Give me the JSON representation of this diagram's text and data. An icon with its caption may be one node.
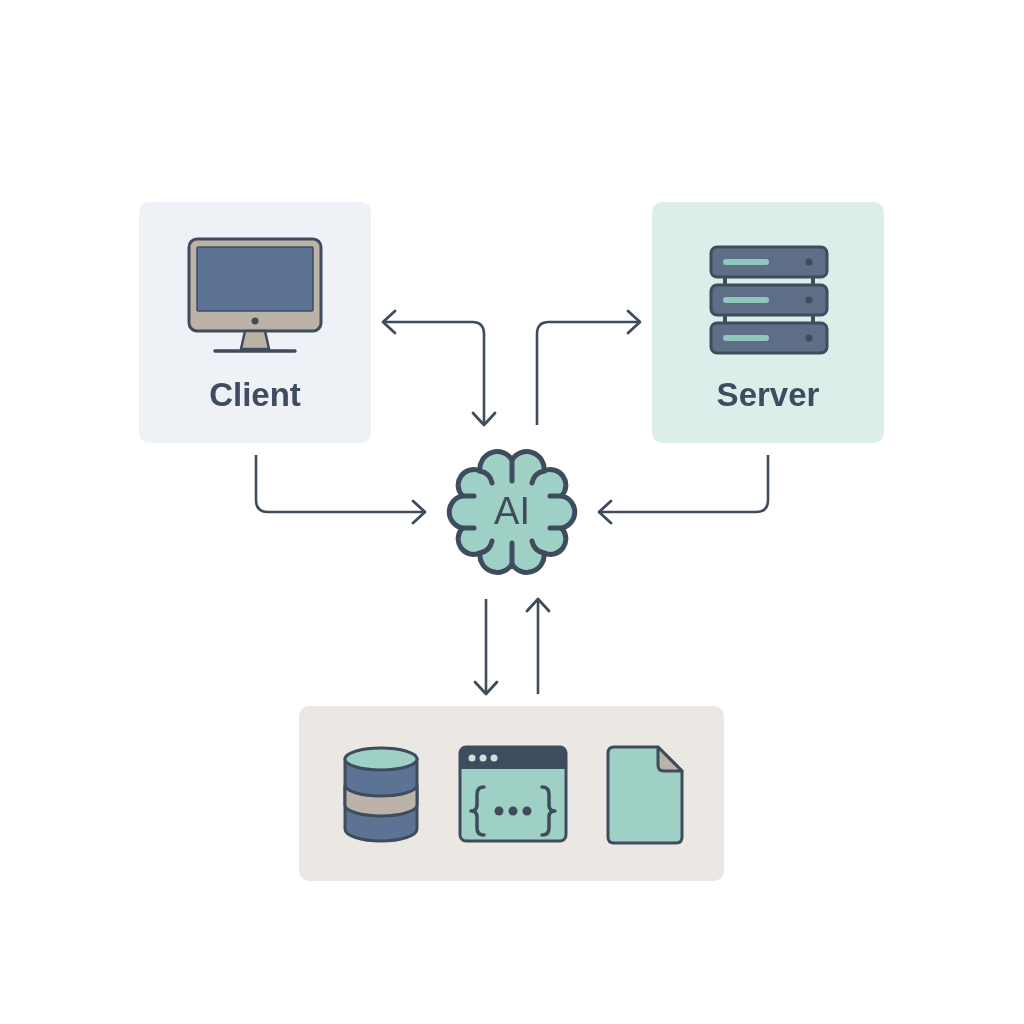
{
  "diagram": {
    "nodes": [
      {
        "text": [
          "Client"
        ]
      },
      {
        "text": [
          "Server"
        ]
      },
      {
        "text": [
          "AI"
        ]
      },
      {
        "text": [],
        "shape": "box"
      }
    ],
    "edges": [
      {
        "from": 0,
        "to": 2,
        "arrow": "both"
      },
      {
        "from": 2,
        "to": 1,
        "arrow": "to"
      },
      {
        "from": 0,
        "to": 2,
        "arrow": "to"
      },
      {
        "from": 1,
        "to": 2,
        "arrow": "to"
      },
      {
        "from": 2,
        "to": 3,
        "arrow": "to"
      },
      {
        "from": 3,
        "to": 2,
        "arrow": "to"
      }
    ]
  }
}
